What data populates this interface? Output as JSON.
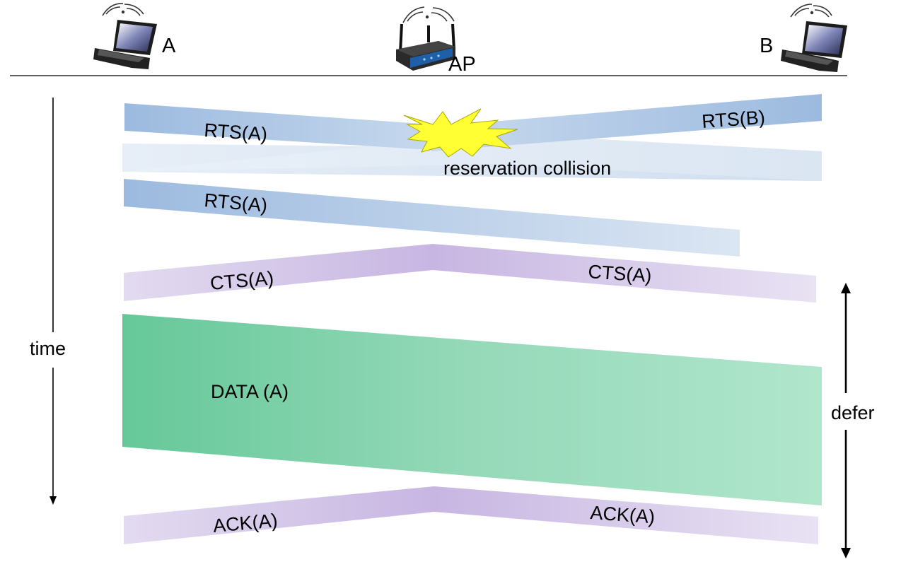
{
  "nodes": {
    "a": "A",
    "ap": "AP",
    "b": "B"
  },
  "messages": {
    "rts_a_1": "RTS(A)",
    "rts_b": "RTS(B)",
    "collision": "reservation collision",
    "rts_a_2": "RTS(A)",
    "cts_left": "CTS(A)",
    "cts_right": "CTS(A)",
    "data": "DATA (A)",
    "ack_left": "ACK(A)",
    "ack_right": "ACK(A)"
  },
  "axes": {
    "time": "time",
    "defer": "defer"
  },
  "icons": {
    "laptop_a": "laptop-icon",
    "access_point": "wireless-router-icon",
    "laptop_b": "laptop-icon",
    "collision": "explosion-burst-icon"
  },
  "colors": {
    "rts": "#9dbbdf",
    "rts_faded": "#dce7f4",
    "cts_ack": "#c9b9e3",
    "cts_ack_faded": "#e6def2",
    "data_dark": "#66c89a",
    "data_light": "#b2e6cd",
    "collision": "#ffff33"
  }
}
